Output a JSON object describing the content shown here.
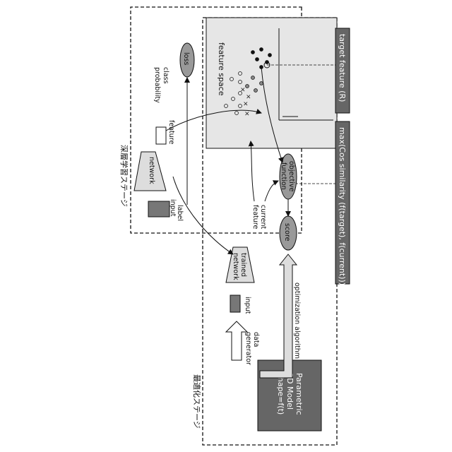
{
  "stages": {
    "dl_stage": "深層学習ステージ",
    "opt_stage": "最適化ステージ"
  },
  "dl": {
    "input": "input",
    "label": "label",
    "network": "network",
    "feature": "feature",
    "class_probability_1": "class",
    "class_probability_2": "probability",
    "loss": "loss"
  },
  "feature_space": {
    "title": "feature space"
  },
  "target_box": {
    "text": "target feature (R)"
  },
  "max_box": {
    "text": "max(Cos similarity (f(target), f(current)))"
  },
  "opt": {
    "objective_1": "objective",
    "objective_2": "function",
    "score": "score",
    "current_feature_1": "current",
    "current_feature_2": "feature",
    "trained_network_1": "trained",
    "trained_network_2": "network",
    "input": "input",
    "data_generator_1": "data",
    "data_generator_2": "generator",
    "optimization": "optimization algorithm",
    "model_1": "Parametric",
    "model_2": "3D Model",
    "model_3": "shape=f(t)"
  },
  "colors": {
    "box_dark": "#666666",
    "box_mid": "#bdbdbd",
    "fs_bg": "#e6e6e6",
    "line": "#111111"
  }
}
